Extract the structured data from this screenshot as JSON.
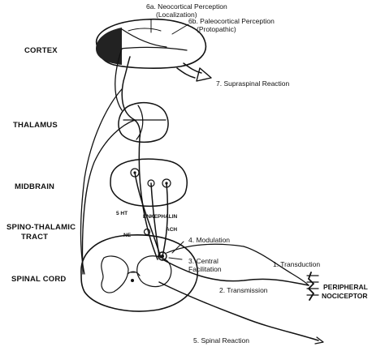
{
  "regions": {
    "cortex": "CORTEX",
    "thalamus": "THALAMUS",
    "midbrain": "MIDBRAIN",
    "spinothalamic_line1": "SPINO-THALAMIC",
    "spinothalamic_line2": "TRACT",
    "spinal_cord": "SPINAL CORD"
  },
  "annotations": {
    "neocortical_line1": "6a. Neocortical Perception",
    "neocortical_line2": "(Localization)",
    "paleocortical_line1": "6b. Paleocortical Perception",
    "paleocortical_line2": "(Protopathic)",
    "supraspinal": "7. Supraspinal Reaction",
    "modulation": "4. Modulation",
    "central_line1": "3. Central",
    "central_line2": "Facilitation",
    "transduction": "1. Transduction",
    "transmission": "2. Transmission",
    "nociceptor_line1": "PERIPHERAL",
    "nociceptor_line2": "NOCICEPTOR",
    "spinal_reaction": "5. Spinal Reaction"
  },
  "neurotransmitters": {
    "serotonin": "5 HT",
    "enkephalin": "ENKEPHALIN",
    "norepinephrine": "NE",
    "acetylcholine": "ACH"
  }
}
